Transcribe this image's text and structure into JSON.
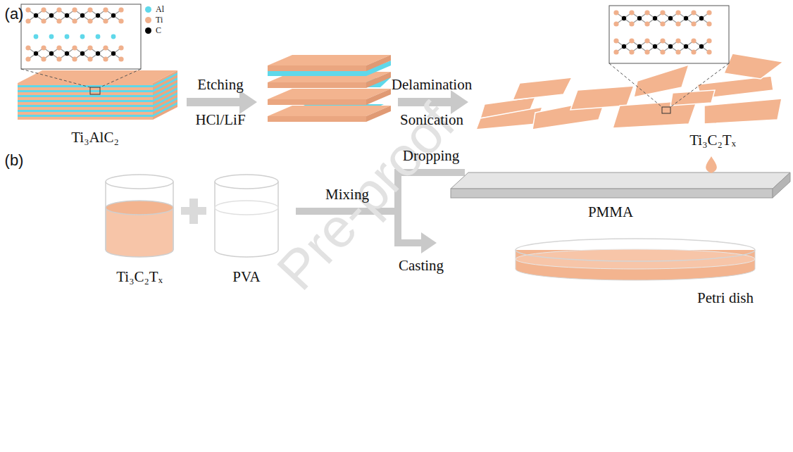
{
  "diagram": {
    "labels": [
      "(a)",
      "Ti₃AlC₂",
      "Etching",
      "HCl/LiF",
      "Delamination",
      "Sonication",
      "Ti₃C₂Tₓ",
      "(b)",
      "Ti₃C₂Tₓ",
      "PVA",
      "Mixing",
      "Dropping",
      "PMMA",
      "Casting",
      "Petri dish",
      "Pre-proof"
    ],
    "legend": [
      {
        "text": "Al",
        "color": "#5fd8ea"
      },
      {
        "text": "Ti",
        "color": "#f0b08c"
      },
      {
        "text": "C",
        "color": "#000000"
      }
    ]
  }
}
